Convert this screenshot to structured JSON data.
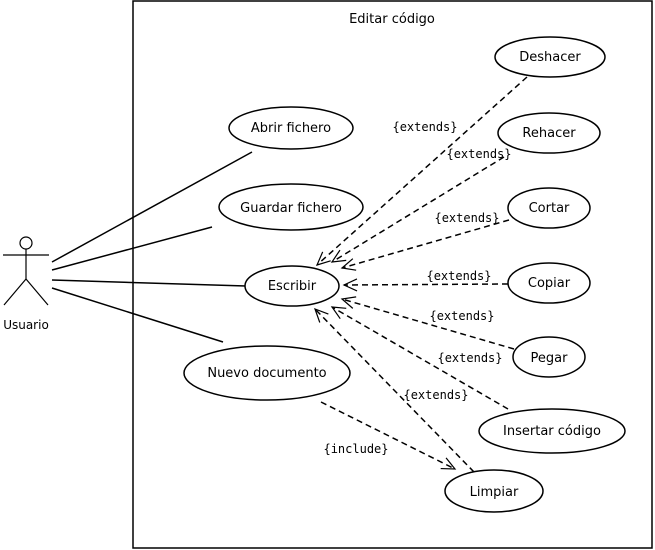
{
  "system": {
    "title": "Editar código"
  },
  "actor": {
    "name": "Usuario"
  },
  "use_cases": {
    "abrir": "Abrir fichero",
    "guardar": "Guardar fichero",
    "escribir": "Escribir",
    "nuevo": "Nuevo documento",
    "deshacer": "Deshacer",
    "rehacer": "Rehacer",
    "cortar": "Cortar",
    "copiar": "Copiar",
    "pegar": "Pegar",
    "insertar": "Insertar código",
    "limpiar": "Limpiar"
  },
  "stereotypes": {
    "deshacer": "{extends}",
    "rehacer": "{extends}",
    "cortar": "{extends}",
    "copiar": "{extends}",
    "pegar": "{extends}",
    "insertar": "{extends}",
    "limpiar": "{extends}",
    "include": "{include}"
  },
  "colors": {
    "line": "#000000",
    "background": "#ffffff"
  }
}
